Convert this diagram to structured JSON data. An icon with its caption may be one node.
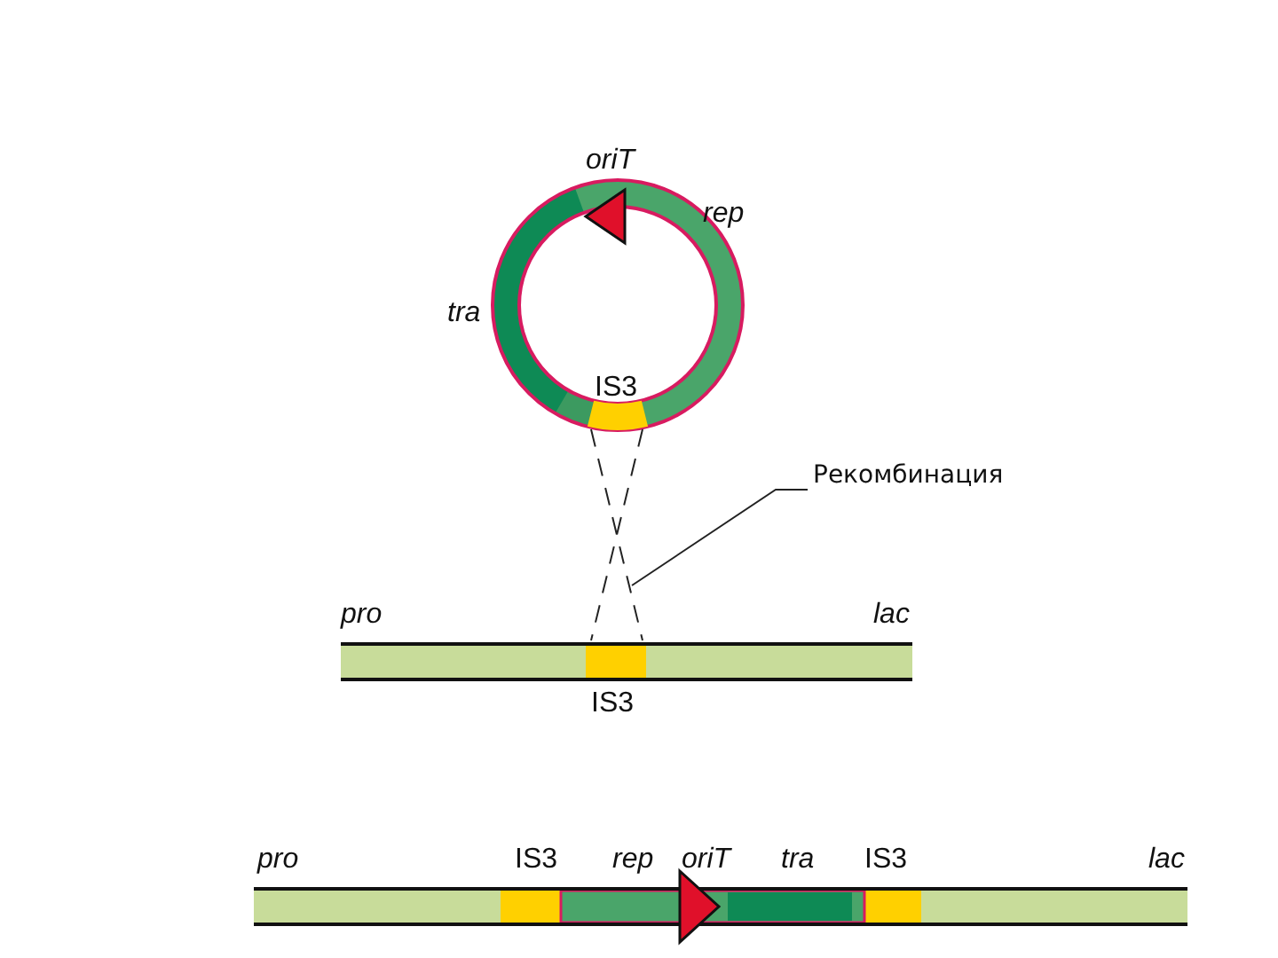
{
  "diagram": {
    "nodes": [
      {
        "text": [],
        "shape": "bar",
        "beside": [
          "IS3"
        ]
      },
      {
        "text": [],
        "shape": "bar",
        "beside": [
          "IS3"
        ]
      },
      {
        "text": [
          "Рекомбинация"
        ]
      }
    ],
    "edges": [
      {
        "from": 0,
        "to": 1,
        "arrow": "none",
        "style": "dashed"
      },
      {
        "from": 0,
        "to": 1,
        "arrow": "none",
        "style": "dashed"
      },
      {
        "from": 2,
        "to": null,
        "arrow": "none"
      }
    ],
    "labels": [
      "oriT",
      "rep",
      "tra",
      "pro",
      "lac",
      "pro",
      "IS3",
      "rep",
      "oriT",
      "tra",
      "IS3",
      "lac"
    ]
  }
}
